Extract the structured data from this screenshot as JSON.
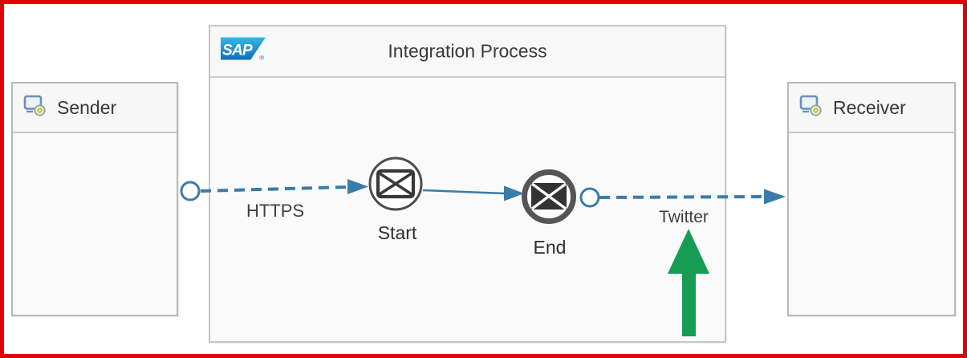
{
  "process": {
    "title": "Integration Process",
    "logo_text": "SAP",
    "logo_registered_mark": "®"
  },
  "participants": {
    "sender": {
      "label": "Sender"
    },
    "receiver": {
      "label": "Receiver"
    }
  },
  "events": {
    "start": {
      "label": "Start",
      "type": "message start event"
    },
    "end": {
      "label": "End",
      "type": "message end event"
    }
  },
  "connections": {
    "sender_to_start": {
      "label": "HTTPS",
      "style": "dashed"
    },
    "start_to_end": {
      "label": "",
      "style": "solid"
    },
    "end_to_receiver": {
      "label": "Twitter",
      "style": "dashed"
    }
  },
  "annotation": {
    "green_arrow_points_to": "Twitter"
  },
  "colors": {
    "frame_red": "#e00000",
    "flow_blue": "#3a7ca9",
    "annotation_green": "#169c53",
    "event_border_gray": "#4f4f4f",
    "box_border_gray": "#b9b9b9",
    "text_dark": "#3a3a3a",
    "header_bg": "#f7f7f8",
    "body_bg": "#fafafa",
    "sap_gradient_top": "#35b6e9",
    "sap_gradient_bottom": "#0e72b5"
  }
}
